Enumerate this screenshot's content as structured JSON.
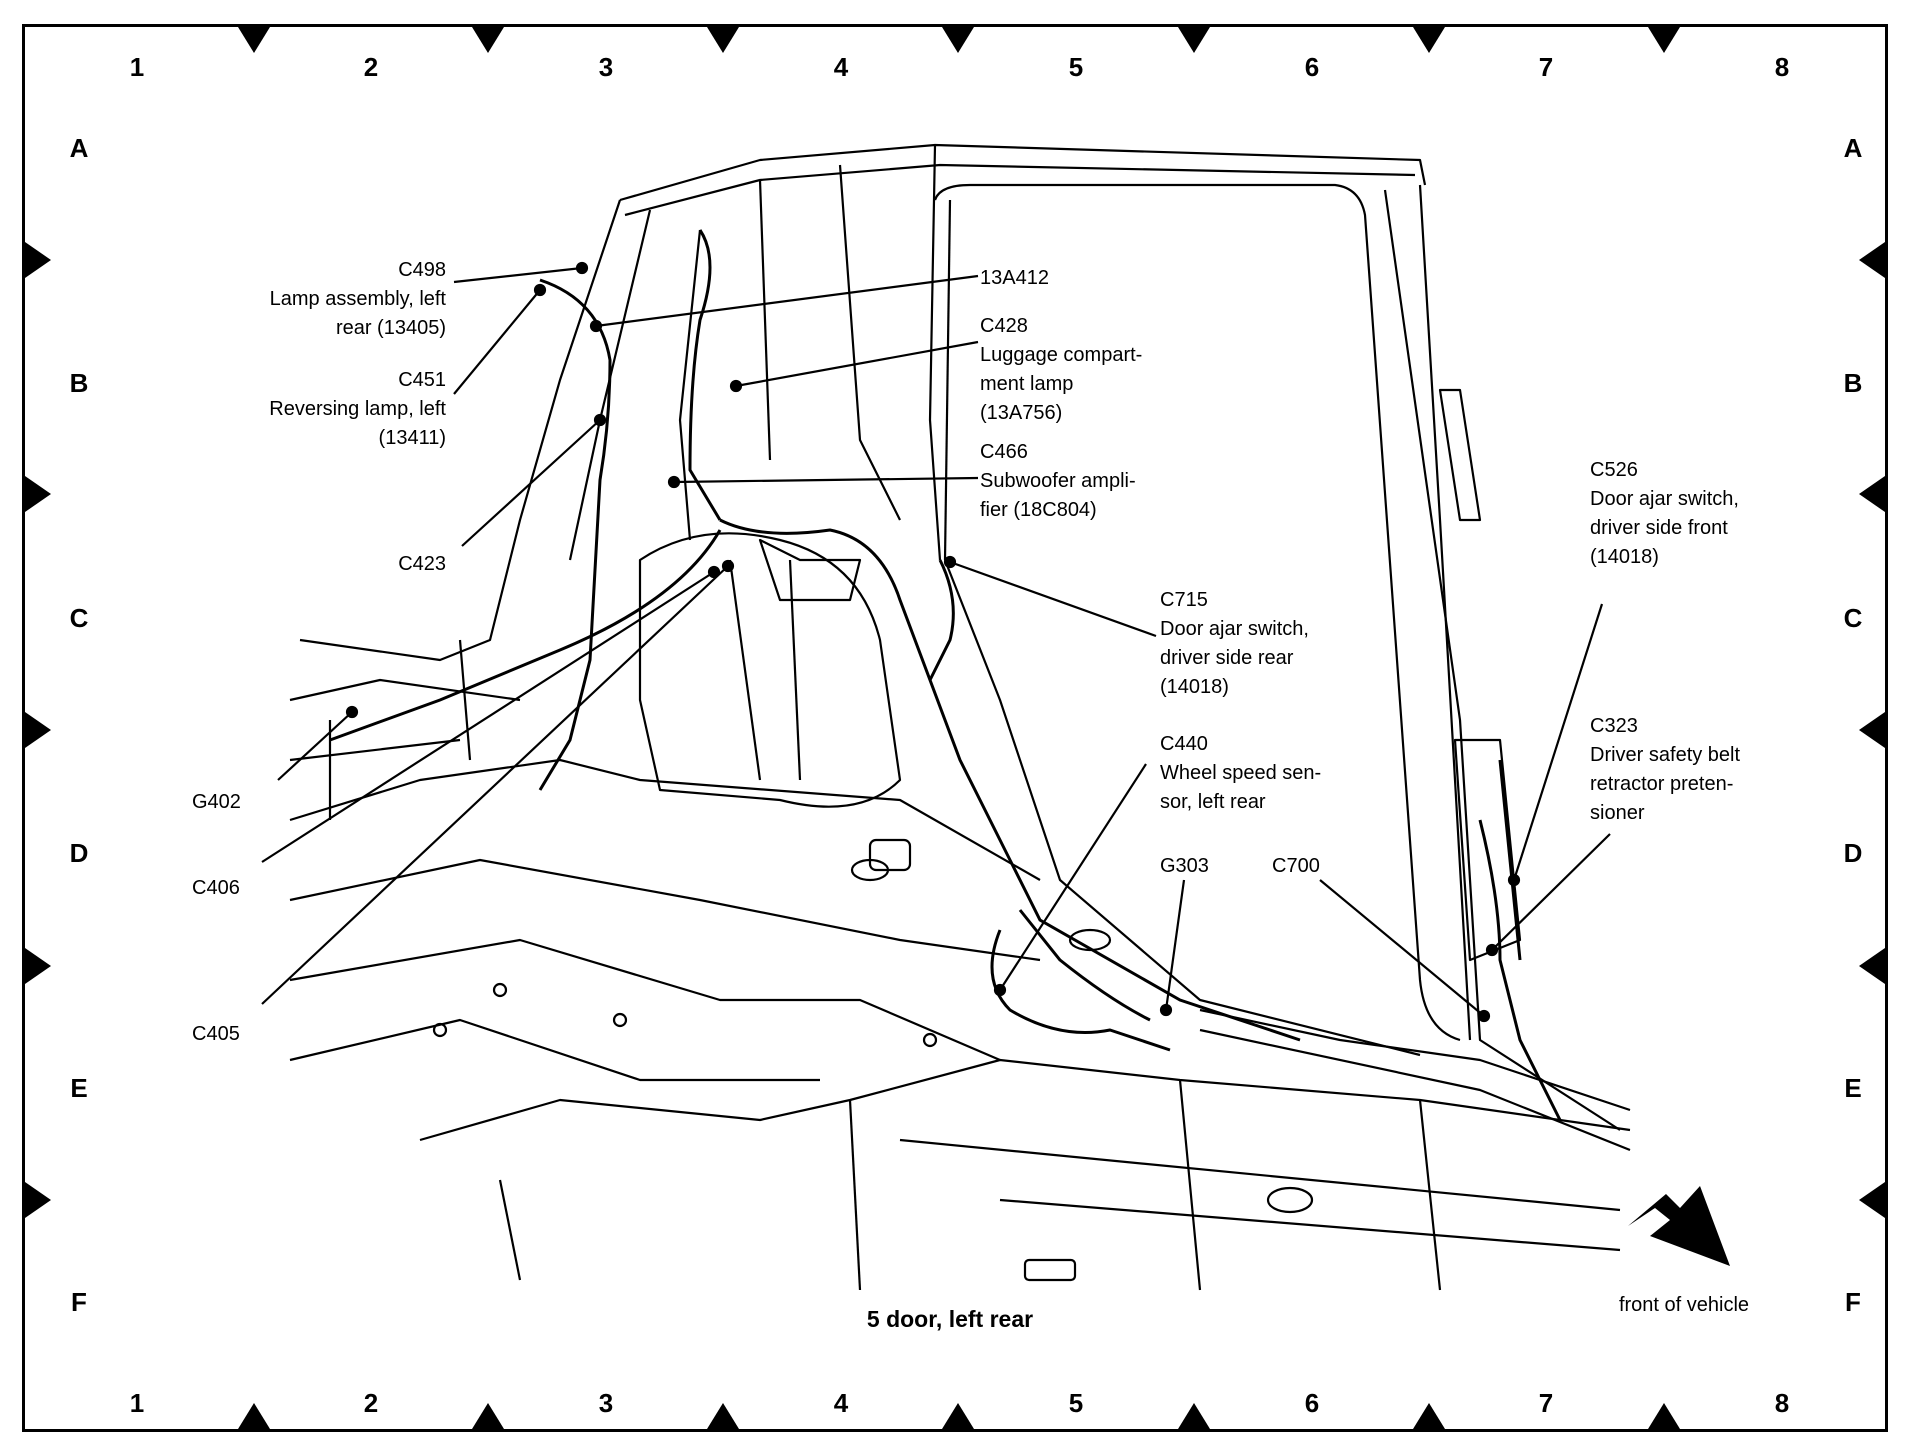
{
  "grid": {
    "columns": [
      "1",
      "2",
      "3",
      "4",
      "5",
      "6",
      "7",
      "8"
    ],
    "rows": [
      "A",
      "B",
      "C",
      "D",
      "E",
      "F"
    ]
  },
  "caption": "5 door, left rear",
  "front_label": "front of vehicle",
  "callouts": {
    "c498": [
      "C498",
      "Lamp assembly, left",
      "rear (13405)"
    ],
    "c451": [
      "C451",
      "Reversing lamp, left",
      "(13411)"
    ],
    "c423": [
      "C423"
    ],
    "g402": [
      "G402"
    ],
    "c406": [
      "C406"
    ],
    "c405": [
      "C405"
    ],
    "a13412": [
      "13A412"
    ],
    "c428": [
      "C428",
      "Luggage compart-",
      "ment lamp",
      "(13A756)"
    ],
    "c466": [
      "C466",
      "Subwoofer ampli-",
      "fier (18C804)"
    ],
    "c715": [
      "C715",
      "Door ajar switch,",
      "driver side rear",
      "(14018)"
    ],
    "c440": [
      "C440",
      "Wheel speed sen-",
      "sor, left rear"
    ],
    "g303": [
      "G303"
    ],
    "c700": [
      "C700"
    ],
    "c526": [
      "C526",
      "Door ajar switch,",
      "driver side front",
      "(14018)"
    ],
    "c323": [
      "C323",
      "Driver safety belt",
      "retractor preten-",
      "sioner"
    ]
  }
}
